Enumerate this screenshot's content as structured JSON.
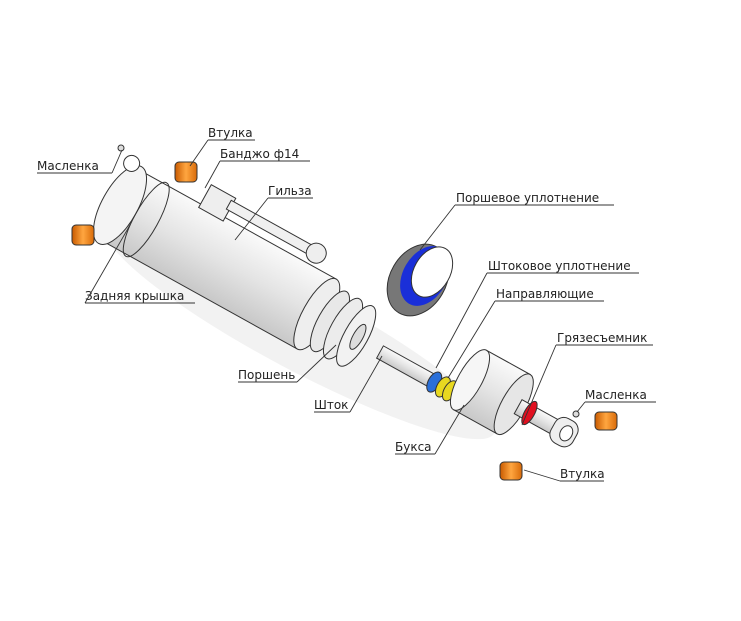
{
  "title": "Exploded view of hydraulic cylinder",
  "labels": {
    "oiler_left": "Масленка",
    "bushing_top": "Втулка",
    "banjo": "Банджо ф14",
    "barrel": "Гильза",
    "rear_cover": "Задняя крышка",
    "piston_seal": "Поршевое уплотнение",
    "rod_seal": "Штоковое уплотнение",
    "guides": "Направляющие",
    "wiper": "Грязесъемник",
    "oiler_right": "Масленка",
    "piston": "Поршень",
    "rod": "Шток",
    "gland": "Букса",
    "bushing_bottom": "Втулка"
  },
  "colors": {
    "bushing": "#f08a1c",
    "piston_seal": "#1a2fd8",
    "wiper": "#e01020",
    "guide": "#e8d820",
    "rod_seal": "#2a6fd8",
    "metal": "#e6e6e6"
  }
}
